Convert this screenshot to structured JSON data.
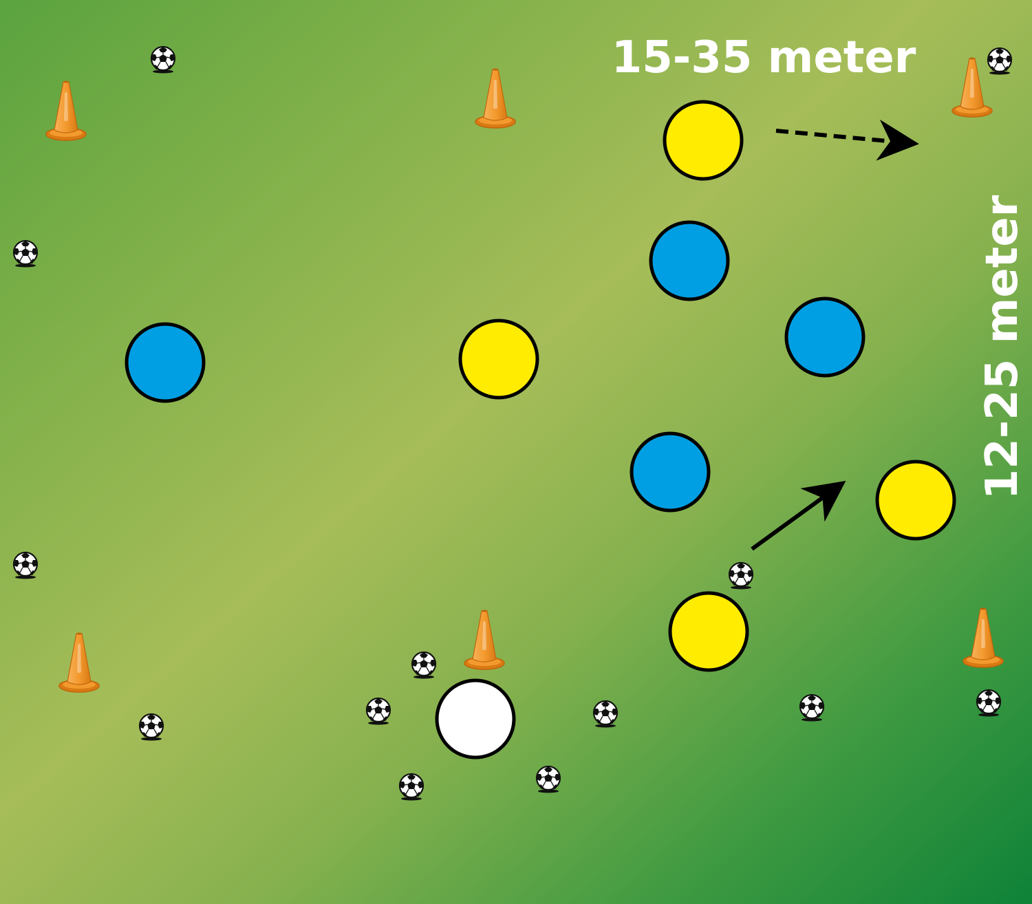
{
  "labels": {
    "width": "15-35 meter",
    "length": "12-25 meter"
  },
  "colors": {
    "field_light": "#a6bd59",
    "field_mid": "#7aae47",
    "field_dark": "#0e8238",
    "team_yellow": "#ffec00",
    "team_blue": "#009fe3",
    "neutral": "#ffffff",
    "cone": "#f39a2e",
    "outline": "#000000"
  },
  "icons": {
    "player": "circle-marker",
    "cone": "cone-icon",
    "ball": "soccer-ball-icon",
    "arrow_pass": "solid-arrow",
    "arrow_run": "dashed-arrow"
  }
}
